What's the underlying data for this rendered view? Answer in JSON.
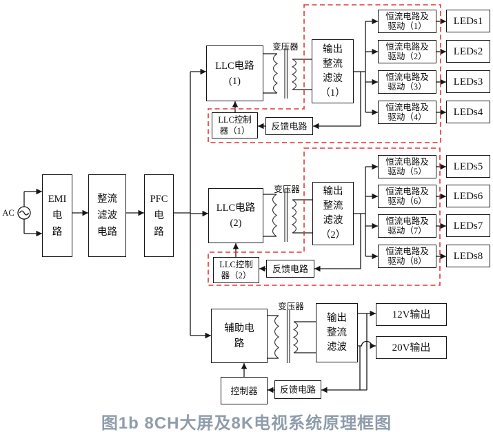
{
  "caption": "图1b 8CH大屏及8K电视系统原理框图",
  "ac_label": "AC",
  "transformer_label": "变压器",
  "colors": {
    "wire": "#161616",
    "dashed_region": "#e03535",
    "caption_text": "#8f9cab",
    "box_fill": "#ffffff"
  },
  "chain": {
    "emi": {
      "lines": [
        "EMI",
        "电",
        "路"
      ]
    },
    "rectifier": {
      "lines": [
        "整流",
        "滤波",
        "电路"
      ]
    },
    "pfc": {
      "lines": [
        "PFC",
        "电",
        "路"
      ]
    }
  },
  "section1": {
    "llc": {
      "lines": [
        "LLC电路",
        "(1)"
      ]
    },
    "output_filter": {
      "lines": [
        "输出",
        "整流",
        "滤波",
        "（1）"
      ]
    },
    "llc_controller": {
      "lines": [
        "LLC控制",
        "器（1）"
      ]
    },
    "feedback": "反馈电路",
    "drivers": [
      {
        "lines": [
          "恒流电路及",
          "驱动（1）"
        ]
      },
      {
        "lines": [
          "恒流电路及",
          "驱动（2）"
        ]
      },
      {
        "lines": [
          "恒流电路及",
          "驱动（3）"
        ]
      },
      {
        "lines": [
          "恒流电路及",
          "驱动（4）"
        ]
      }
    ],
    "leds": [
      "LEDs1",
      "LEDs2",
      "LEDs3",
      "LEDs4"
    ]
  },
  "section2": {
    "llc": {
      "lines": [
        "LLC电路",
        "(2)"
      ]
    },
    "output_filter": {
      "lines": [
        "输出",
        "整流",
        "滤波",
        "（2）"
      ]
    },
    "llc_controller": {
      "lines": [
        "LLC控制",
        "器（2）"
      ]
    },
    "feedback": "反馈电路",
    "drivers": [
      {
        "lines": [
          "恒流电路及",
          "驱动（5）"
        ]
      },
      {
        "lines": [
          "恒流电路及",
          "驱动（6）"
        ]
      },
      {
        "lines": [
          "恒流电路及",
          "驱动（7）"
        ]
      },
      {
        "lines": [
          "恒流电路及",
          "驱动（8）"
        ]
      }
    ],
    "leds": [
      "LEDs5",
      "LEDs6",
      "LEDs7",
      "LEDs8"
    ]
  },
  "aux": {
    "aux_circuit": {
      "lines": [
        "辅助电",
        "路"
      ]
    },
    "output_filter": {
      "lines": [
        "输出",
        "整流",
        "滤波"
      ]
    },
    "controller": "控制器",
    "feedback": "反馈电路",
    "rails": [
      "12V输出",
      "20V输出"
    ]
  }
}
